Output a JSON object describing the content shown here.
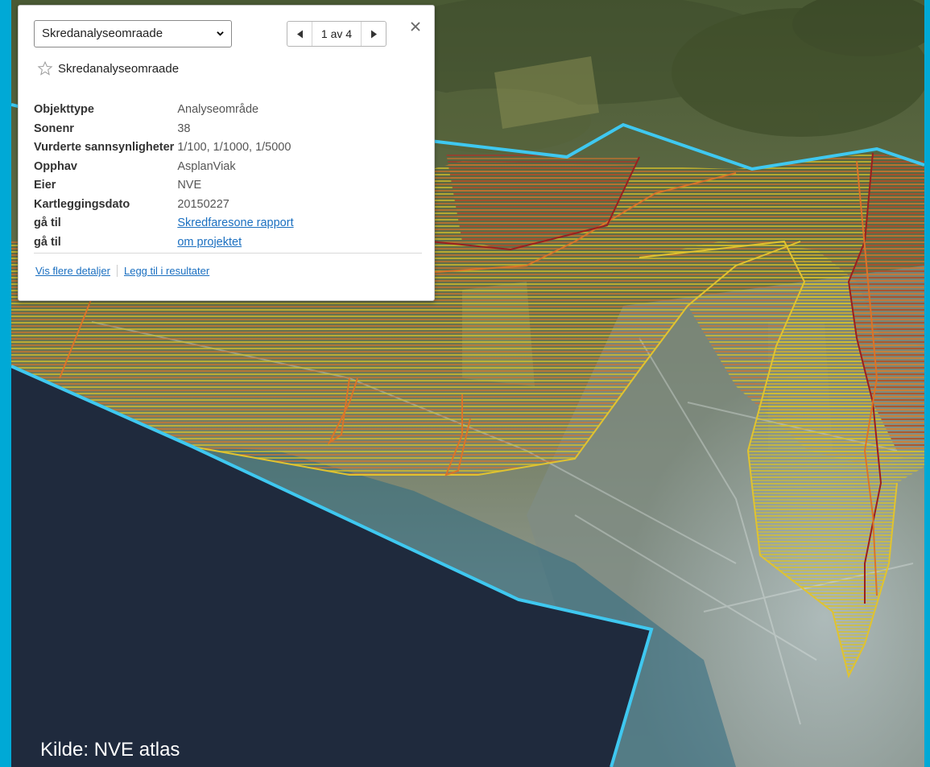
{
  "map": {
    "source_label": "Kilde: NVE atlas",
    "colors": {
      "frame": "#00a9d6",
      "water": "#1f2a3d",
      "boundary": "#3fc8f0",
      "hatch_yellow": "#d7c12a",
      "hatch_orange": "#d9742a",
      "hatch_red": "#9a1f1f"
    }
  },
  "popup": {
    "layer_select": {
      "value": "Skredanalyseomraade",
      "options": [
        "Skredanalyseomraade"
      ]
    },
    "pager": {
      "label": "1 av 4",
      "prev_icon": "triangle-left-icon",
      "next_icon": "triangle-right-icon"
    },
    "close_icon": "close-icon",
    "title": "Skredanalyseomraade",
    "title_icon": "star-outline-icon",
    "attributes": [
      {
        "key": "Objekttype",
        "value": "Analyseområde"
      },
      {
        "key": "Sonenr",
        "value": "38"
      },
      {
        "key": "Vurderte sannsynligheter",
        "value": "1/100, 1/1000, 1/5000"
      },
      {
        "key": "Opphav",
        "value": "AsplanViak"
      },
      {
        "key": "Eier",
        "value": "NVE"
      },
      {
        "key": "Kartleggingsdato",
        "value": "20150227"
      }
    ],
    "links": [
      {
        "key": "gå til",
        "label": " Skredfaresone rapport"
      },
      {
        "key": "gå til",
        "label": " om projektet"
      }
    ],
    "footer": {
      "details": "Vis flere detaljer",
      "add": "Legg til i resultater"
    }
  }
}
